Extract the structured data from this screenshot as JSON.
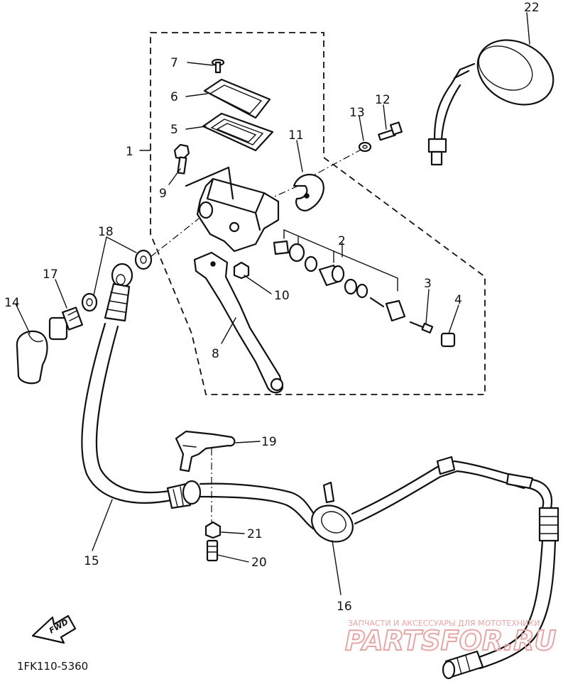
{
  "part_labels": {
    "p1": "1",
    "p2": "2",
    "p3": "3",
    "p4": "4",
    "p5": "5",
    "p6": "6",
    "p7": "7",
    "p8": "8",
    "p9": "9",
    "p10": "10",
    "p11": "11",
    "p12": "12",
    "p13": "13",
    "p14": "14",
    "p15": "15",
    "p16": "16",
    "p17": "17",
    "p18": "18",
    "p19": "19",
    "p20": "20",
    "p21": "21",
    "p22": "22"
  },
  "diagram_code": "1FK110-5360",
  "fwd_label": "FWD",
  "watermark": {
    "tagline": "ЗАПЧАСТИ И АКСЕССУАРЫ ДЛЯ МОТОТЕХНИКИ",
    "brand": "PARTSFOR.RU"
  },
  "colors": {
    "ink": "#111111",
    "watermark": "#e7a6a6",
    "background": "#ffffff"
  }
}
